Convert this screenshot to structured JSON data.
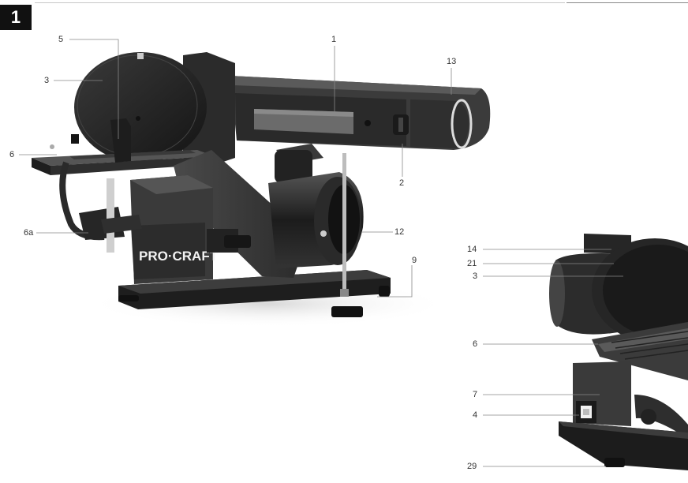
{
  "figure_number": "1",
  "brand_logo": "PRO·CRAFT",
  "callouts_main": [
    "5",
    "1",
    "13",
    "3",
    "6",
    "2",
    "6a",
    "12",
    "9"
  ],
  "callouts_detail": [
    "14",
    "21",
    "3",
    "6",
    "7",
    "4",
    "29"
  ]
}
